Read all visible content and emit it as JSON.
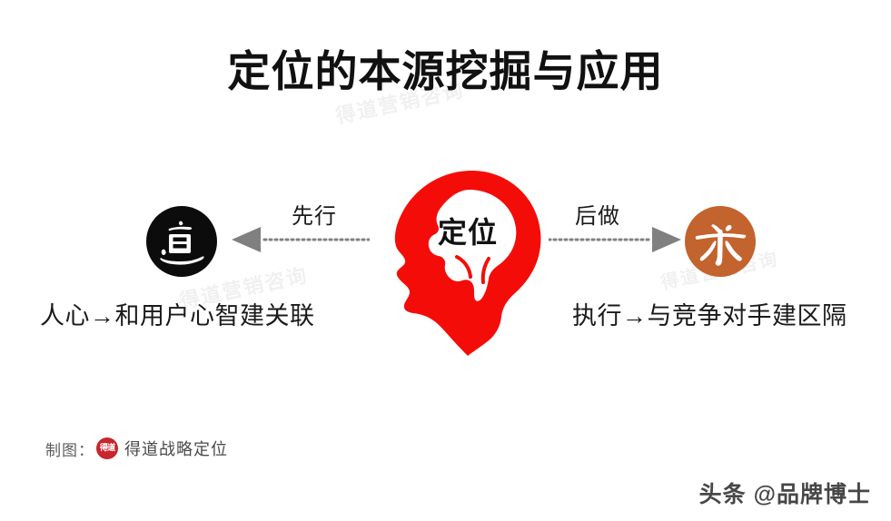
{
  "slide": {
    "title": "定位的本源挖掘与应用",
    "background_color": "#ffffff"
  },
  "watermarks": {
    "agency": "得道营销咨询",
    "platform": "头条 @品牌博士"
  },
  "center": {
    "icon": "head-brain-icon",
    "label": "定位",
    "head_color": "#f40d08",
    "brain_color": "#ffffff"
  },
  "left_branch": {
    "circle_label": "道",
    "circle_color": "#0c0c0c",
    "arrow_label": "先行",
    "arrow_direction": "left",
    "arrow_color": "#808080",
    "caption": "人心→和用户心智建关联"
  },
  "right_branch": {
    "circle_label": "术",
    "circle_color": "#c3632e",
    "arrow_label": "后做",
    "arrow_direction": "right",
    "arrow_color": "#808080",
    "caption": "执行→与竞争对手建区隔"
  },
  "credit": {
    "prefix": "制图：",
    "logo_text": "得道",
    "logo_color": "#c9252c",
    "name": "得道战略定位"
  }
}
